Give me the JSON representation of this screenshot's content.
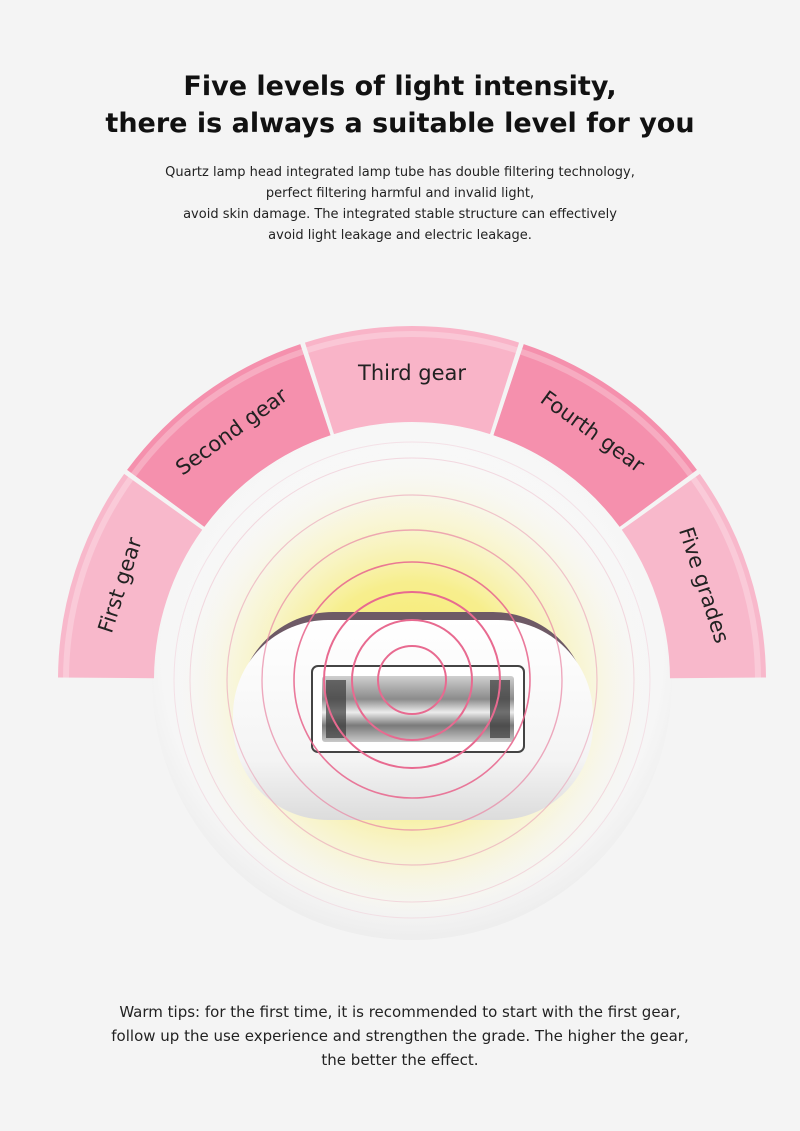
{
  "heading": {
    "line1": "Five levels of light intensity,",
    "line2": "there is always a suitable level for you"
  },
  "description": {
    "line1": "Quartz lamp head integrated lamp tube has double filtering technology,",
    "line2": "perfect filtering harmful and invalid light,",
    "line3": "avoid skin damage. The integrated stable structure can effectively",
    "line4": "avoid light leakage and electric leakage."
  },
  "gears": [
    {
      "label": "First gear",
      "color": "#f8b8cb"
    },
    {
      "label": "Second gear",
      "color": "#f590ad"
    },
    {
      "label": "Third gear",
      "color": "#f9b4c8"
    },
    {
      "label": "Fourth gear",
      "color": "#f590ad"
    },
    {
      "label": "Five grades",
      "color": "#f8b8cb"
    }
  ],
  "device": {
    "name": "lamp-head",
    "ring_color": "#e86a90",
    "glow_color": "#f7e85a"
  },
  "tips": {
    "line1": "Warm tips: for the first time, it is recommended to start with the first gear,",
    "line2": "follow up the use experience and strengthen the grade. The higher the gear,",
    "line3": "the better the effect."
  }
}
